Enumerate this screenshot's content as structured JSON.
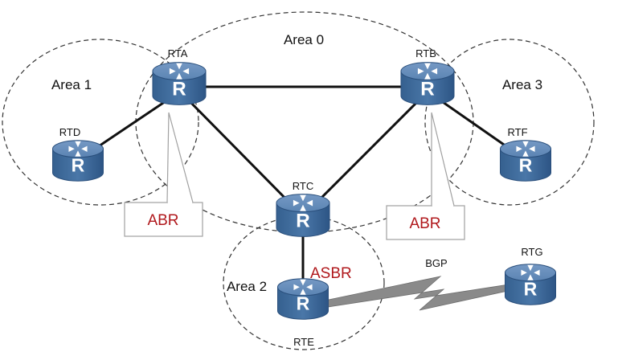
{
  "diagram": {
    "areas": [
      {
        "id": "area0",
        "label": "Area 0"
      },
      {
        "id": "area1",
        "label": "Area 1"
      },
      {
        "id": "area2",
        "label": "Area 2"
      },
      {
        "id": "area3",
        "label": "Area 3"
      }
    ],
    "routers": [
      {
        "id": "rta",
        "label": "RTA",
        "glyph": "R"
      },
      {
        "id": "rtb",
        "label": "RTB",
        "glyph": "R"
      },
      {
        "id": "rtc",
        "label": "RTC",
        "glyph": "R"
      },
      {
        "id": "rtd",
        "label": "RTD",
        "glyph": "R"
      },
      {
        "id": "rte",
        "label": "RTE",
        "glyph": "R"
      },
      {
        "id": "rtf",
        "label": "RTF",
        "glyph": "R"
      },
      {
        "id": "rtg",
        "label": "RTG",
        "glyph": "R"
      }
    ],
    "links": [
      {
        "from": "rta",
        "to": "rtb"
      },
      {
        "from": "rta",
        "to": "rtc"
      },
      {
        "from": "rtb",
        "to": "rtc"
      },
      {
        "from": "rta",
        "to": "rtd"
      },
      {
        "from": "rtb",
        "to": "rtf"
      },
      {
        "from": "rtc",
        "to": "rte"
      }
    ],
    "callouts": [
      {
        "id": "abr-left",
        "label": "ABR",
        "target": "rta"
      },
      {
        "id": "abr-right",
        "label": "ABR",
        "target": "rtb"
      }
    ],
    "asbr_label": "ASBR",
    "bgp_label": "BGP",
    "colors": {
      "router_top": "#5f86b4",
      "router_side": "#3e6796",
      "router_dark": "#2a4f7c",
      "tag_red": "#b0181c",
      "link": "#111111",
      "area_border": "#333333",
      "bgp_bolt": "#8a8a8a"
    }
  }
}
